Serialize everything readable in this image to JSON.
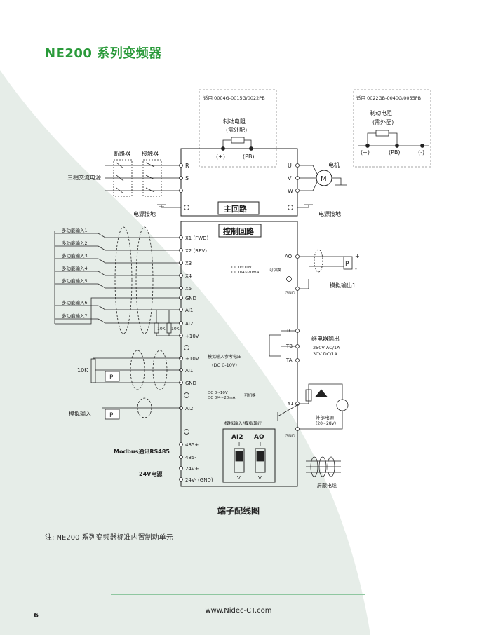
{
  "page": {
    "title": "NE200 系列变频器",
    "caption": "端子配线图",
    "note": "注:  NE200 系列变频器标准内置制动单元",
    "url": "www.Nidec-CT.com",
    "page_number": "6"
  },
  "brake_options": {
    "left_applies": "适用 0004G-0015G/0022PB",
    "right_applies": "适用 0022GB-0040G/0055PB",
    "resistor": "制动电阻",
    "external": "(需外配)",
    "plus": "(+)",
    "pb": "(PB)",
    "minus": "(-)"
  },
  "main_circuit": {
    "breaker": "断路器",
    "contactor": "接触器",
    "power_source": "三相交流电源",
    "inputs": [
      "R",
      "S",
      "T"
    ],
    "outputs": [
      "U",
      "V",
      "W"
    ],
    "motor_label": "电机",
    "motor_symbol": "M",
    "ground_left": "电源接地",
    "ground_right": "电源接地",
    "box_label": "主回路"
  },
  "control_circuit": {
    "box_label": "控制回路",
    "func_inputs": [
      "多功能输入1",
      "多功能输入2",
      "多功能输入3",
      "多功能输入4",
      "多功能输入5",
      "多功能输入6",
      "多功能输入7"
    ],
    "terminals": [
      "X1 (FWD)",
      "X2 (REV)",
      "X3",
      "X4",
      "X5",
      "GND",
      "AI1",
      "AI2",
      "+10V",
      "+10V",
      "AI1",
      "GND",
      "AI2",
      "485+",
      "485-",
      "24V+",
      "24V- (GND)"
    ],
    "res_label": "10K",
    "pot_label": "10K",
    "p_symbol": "P",
    "analog_ref": "模拟输入参考电压",
    "analog_ref_range": "(DC 0-10V)",
    "dc_v": "DC    0~10V",
    "dc_a": "DC 0/4~20mA",
    "switchable": "可切换",
    "analog_input": "模拟输入",
    "modbus": "Modbus通讯RS485",
    "power24": "24V电源",
    "ao": "AO",
    "gnd": "GND",
    "analog_out": "模拟输出1",
    "relay_out": "继电器输出",
    "relay_terms": [
      "TC",
      "TB",
      "TA"
    ],
    "relay_spec1": "250V    AC/1A",
    "relay_spec2": "30V      DC/1A",
    "y1": "Y1",
    "ext_power": "外部电源",
    "ext_range": "(20~28V)",
    "switch_title": "模拟输入/模拟输出",
    "sw_ai2": "AI2",
    "sw_ao": "AO",
    "sw_top": "I",
    "sw_bottom": "V",
    "shield": "屏蔽电缆",
    "plus": "+",
    "minus": "-"
  },
  "colors": {
    "title_green": "#2a9a3a",
    "bg_area": "#e6ede8",
    "line": "#222222"
  }
}
